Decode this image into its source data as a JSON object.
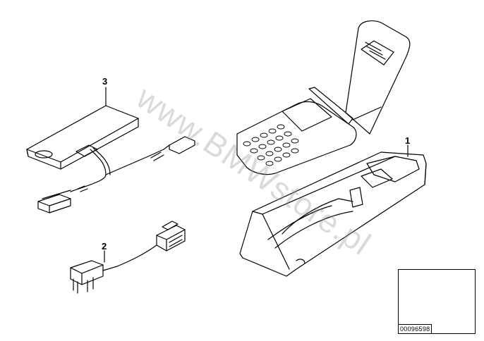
{
  "callouts": {
    "part1": "1",
    "part2": "2",
    "part3": "3"
  },
  "reference": {
    "id": "00096598"
  },
  "watermark": {
    "text": "www.BMWstore.pl"
  }
}
